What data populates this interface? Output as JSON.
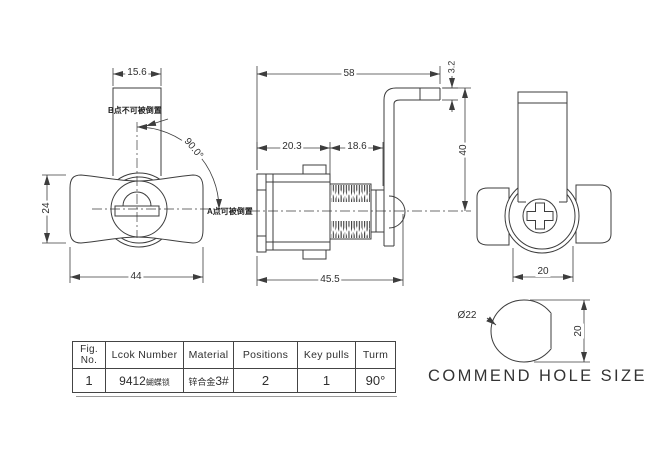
{
  "colors": {
    "ink": "#3d3d3d",
    "text": "#2f2f2f",
    "background": "#ffffff"
  },
  "front_view": {
    "dim_handle_width": "15.6",
    "dim_height": "24",
    "dim_width": "44",
    "dim_angle": "90.0°",
    "note_b": "B点不可被倒置",
    "note_a": "A点可被倒置"
  },
  "side_view": {
    "dim_length": "58",
    "dim_cam_thickness": "3.2",
    "dim_head_depth": "20.3",
    "dim_thread_length": "18.6",
    "dim_body_length": "45.5",
    "dim_cam_height": "40"
  },
  "back_view": {
    "dim_width": "20"
  },
  "hole_diagram": {
    "dim_diameter": "Ø22",
    "dim_flat_width": "20",
    "caption": "COMMEND HOLE SIZE"
  },
  "spec_table": {
    "headers": {
      "fig_line1": "Fig.",
      "fig_line2": "No.",
      "lock_number": "Lcok Number",
      "material": "Material",
      "positions": "Positions",
      "key_pulls": "Key pulls",
      "turn": "Turm"
    },
    "row": {
      "fig_no": "1",
      "lock_number": "9412",
      "lock_series": "蝴蝶锁",
      "material_alloy": "锌合金",
      "material_grade": "3#",
      "positions": "2",
      "key_pulls": "1",
      "turn": "90°"
    }
  }
}
